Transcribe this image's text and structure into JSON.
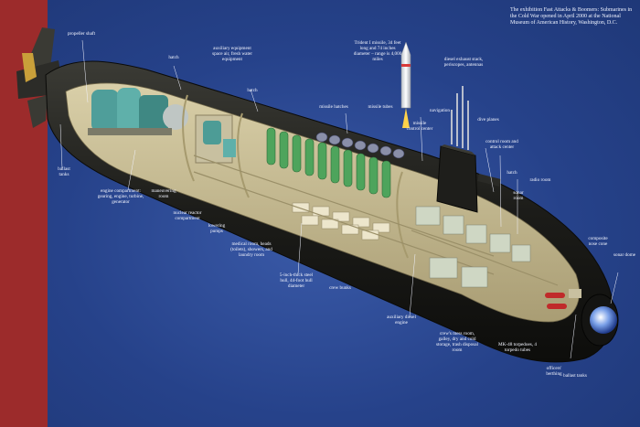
{
  "caption": "The exhibition Fast Attacks & Boomers: Submarines in the Cold War opened in April 2000 at the National Museum of American History, Washington, D.C.",
  "labels": {
    "propeller_shaft": "propeller shaft",
    "hatch_aft": "hatch",
    "auxiliary_equipment": "auxiliary equipment space air, fresh water equipment",
    "hatch_mid": "hatch",
    "trident": "Trident I missile, 34 feet long and 74 inches diameter – range is 4,000 miles",
    "diesel_exhaust": "diesel exhaust stack, periscopes, antennas",
    "missile_hatches": "missile hatches",
    "missile_tubes": "missile tubes",
    "navigation": "navigation",
    "missile_control": "missile control center",
    "dive_planes": "dive planes",
    "control_room": "control room and attack center",
    "hatch_fwd": "hatch",
    "sonar_room": "sonar room",
    "radio_room": "radio room",
    "composite_nose": "composite nose cone",
    "sonar_dome": "sonar dome",
    "ballast_tanks_aft": "ballast tanks",
    "engine_compartment": "engine compartment: gearing, engine, turbine, generator",
    "maneuvering_room": "maneuvering room",
    "nuclear_reactor": "nuclear reactor compartment",
    "lowering_pumps": "lowering pumps",
    "medical_room": "medical room, heads (toilets), showers, and laundry room",
    "hull": "5-inch-thick steel hull, 44-foot hull diameter",
    "crew_bunks": "crew bunks",
    "aux_diesel": "auxiliary diesel engine",
    "crews_mess": "crew's mess room, galley, dry and cold storage, trash disposal room",
    "torpedoes": "MK-48 torpedoes, 4 torpedo tubes",
    "officers_berthing": "officers' berthing",
    "ballast_tanks_fwd": "ballast tanks"
  }
}
